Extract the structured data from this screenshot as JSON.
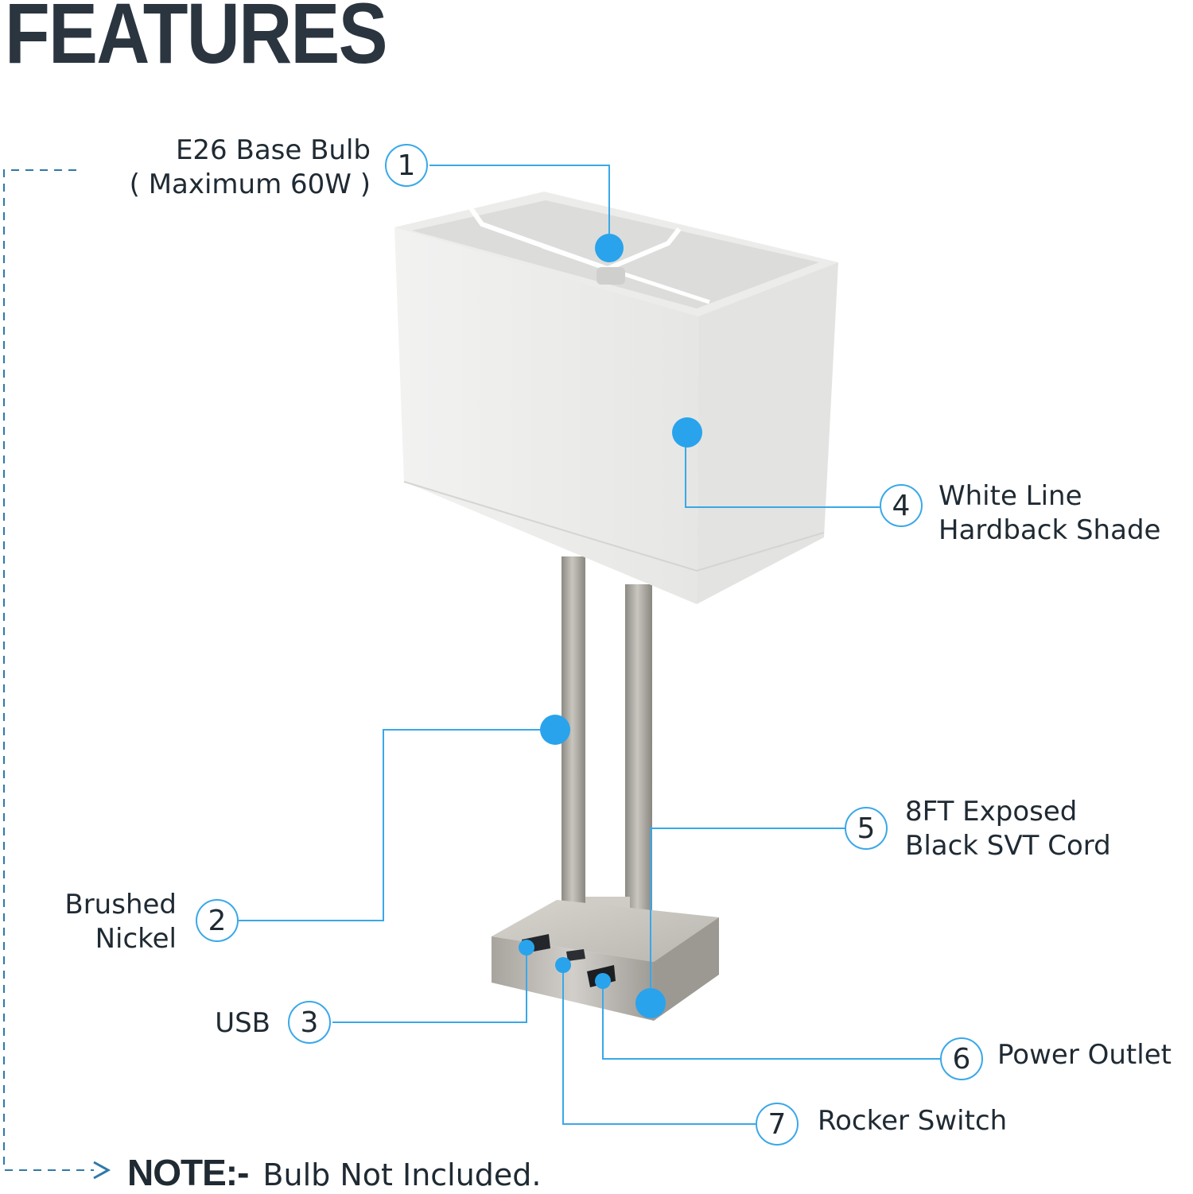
{
  "title": "FEATURES",
  "callouts": [
    {
      "number": "1",
      "lines": [
        "E26 Base Bulb",
        "( Maximum 60W )"
      ]
    },
    {
      "number": "2",
      "lines": [
        "Brushed",
        "Nickel"
      ]
    },
    {
      "number": "3",
      "lines": [
        "USB"
      ]
    },
    {
      "number": "4",
      "lines": [
        "White Line",
        "Hardback Shade"
      ]
    },
    {
      "number": "5",
      "lines": [
        "8FT Exposed",
        "Black SVT Cord"
      ]
    },
    {
      "number": "6",
      "lines": [
        "Power Outlet"
      ]
    },
    {
      "number": "7",
      "lines": [
        "Rocker Switch"
      ]
    }
  ],
  "note": {
    "prefix": "NOTE:-",
    "text": "Bulb Not Included."
  },
  "colors": {
    "accent": "#29a3ec",
    "line": "#3aa8e8",
    "text": "#1f2a33",
    "dashed": "#2f79a8"
  }
}
